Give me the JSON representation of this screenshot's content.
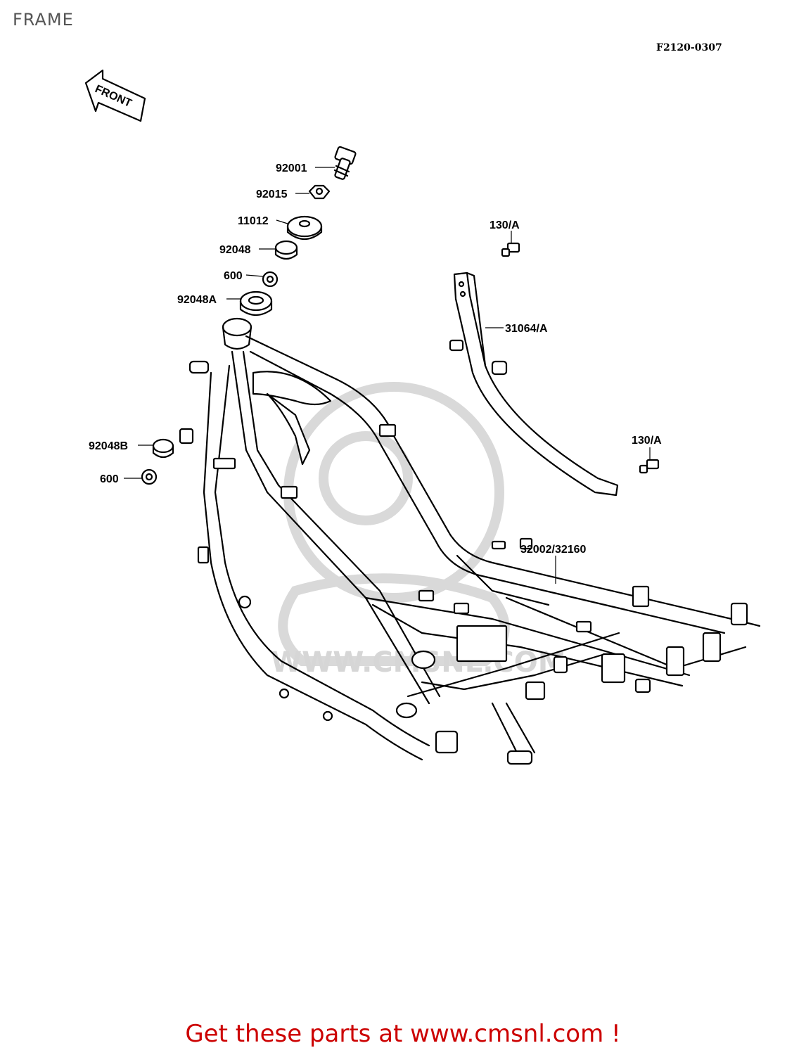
{
  "page": {
    "title": "FRAME",
    "diagram_code": "F2120-0307",
    "footer_link": "Get these parts at www.cmsnl.com !"
  },
  "front_arrow": {
    "label": "FRONT"
  },
  "watermark": {
    "text": "WWW.CMSNL.COM"
  },
  "callouts": [
    {
      "id": "92001",
      "label": "92001"
    },
    {
      "id": "92015",
      "label": "92015"
    },
    {
      "id": "11012",
      "label": "11012"
    },
    {
      "id": "92048",
      "label": "92048"
    },
    {
      "id": "600a",
      "label": "600"
    },
    {
      "id": "92048A",
      "label": "92048A"
    },
    {
      "id": "92048B",
      "label": "92048B"
    },
    {
      "id": "600b",
      "label": "600"
    },
    {
      "id": "130A-top",
      "label": "130/A"
    },
    {
      "id": "31064A",
      "label": "31064/A"
    },
    {
      "id": "130A-bottom",
      "label": "130/A"
    },
    {
      "id": "32002-32160",
      "label": "32002/32160"
    }
  ]
}
